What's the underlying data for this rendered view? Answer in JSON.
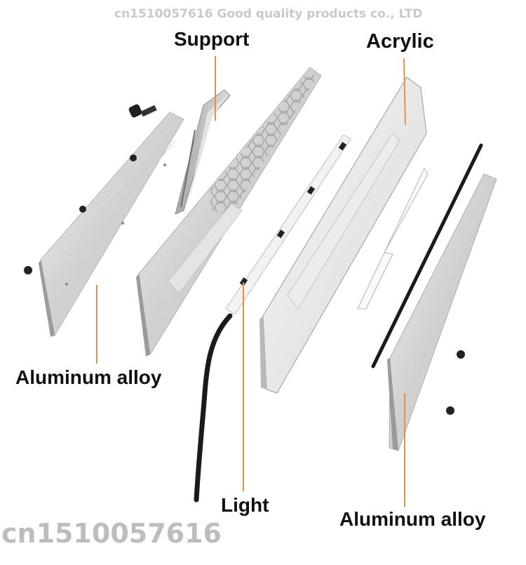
{
  "watermark_top": "cn1510057616   Good quality products co., LTD",
  "watermark_bottom": "cn1510057616",
  "labels": {
    "support": "Support",
    "acrylic": "Acrylic",
    "aluminum_left": "Aluminum alloy",
    "light": "Light",
    "aluminum_right": "Aluminum alloy"
  },
  "colors": {
    "leader": "#e3904f",
    "label_text": "#111111",
    "watermark": "#c9c9c9"
  }
}
